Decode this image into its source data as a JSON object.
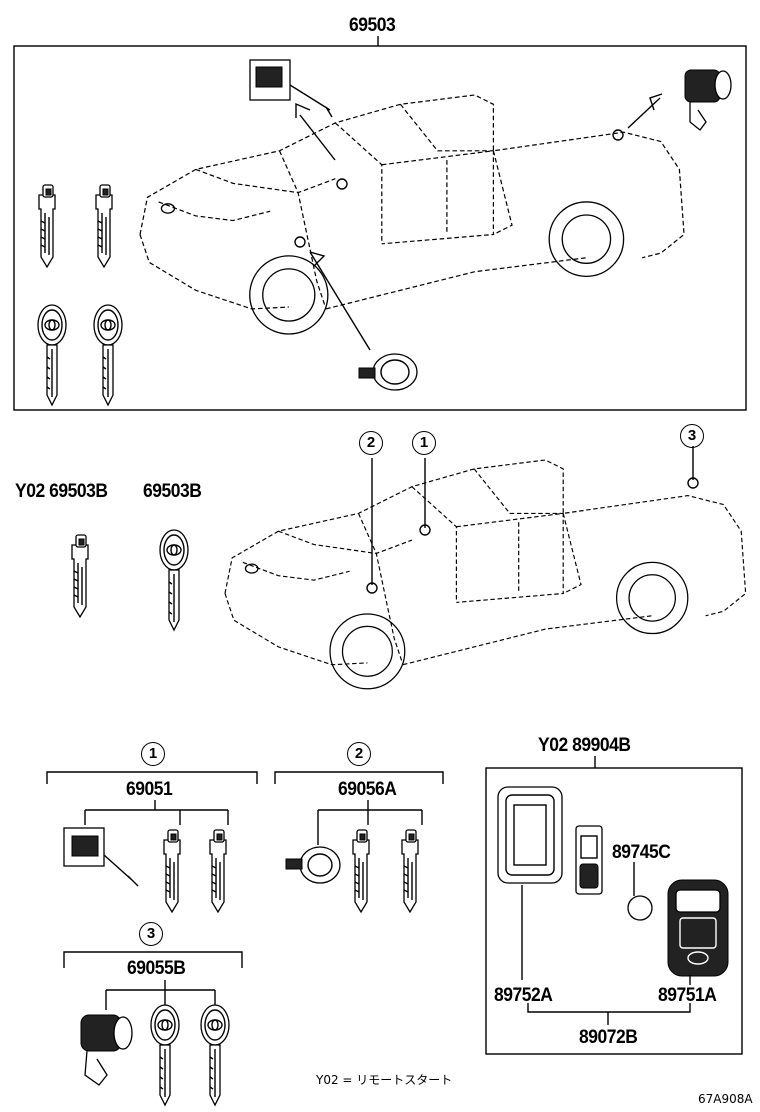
{
  "top": {
    "part_number": "69503"
  },
  "middle": {
    "label_y02_key": "Y02 69503B",
    "label_key": "69503B",
    "callouts": [
      "2",
      "1",
      "3"
    ]
  },
  "groups": {
    "g1": {
      "circle": "1",
      "part_number": "69051"
    },
    "g2": {
      "circle": "2",
      "part_number": "69056A"
    },
    "g3": {
      "circle": "3",
      "part_number": "69055B"
    }
  },
  "remote": {
    "header": "Y02  89904B",
    "battery": "89745C",
    "case": "89752A",
    "transmitter": "89751A",
    "assembly": "89072B"
  },
  "footnote": "Y02 = リモートスタート",
  "figure_code": "67A908A"
}
